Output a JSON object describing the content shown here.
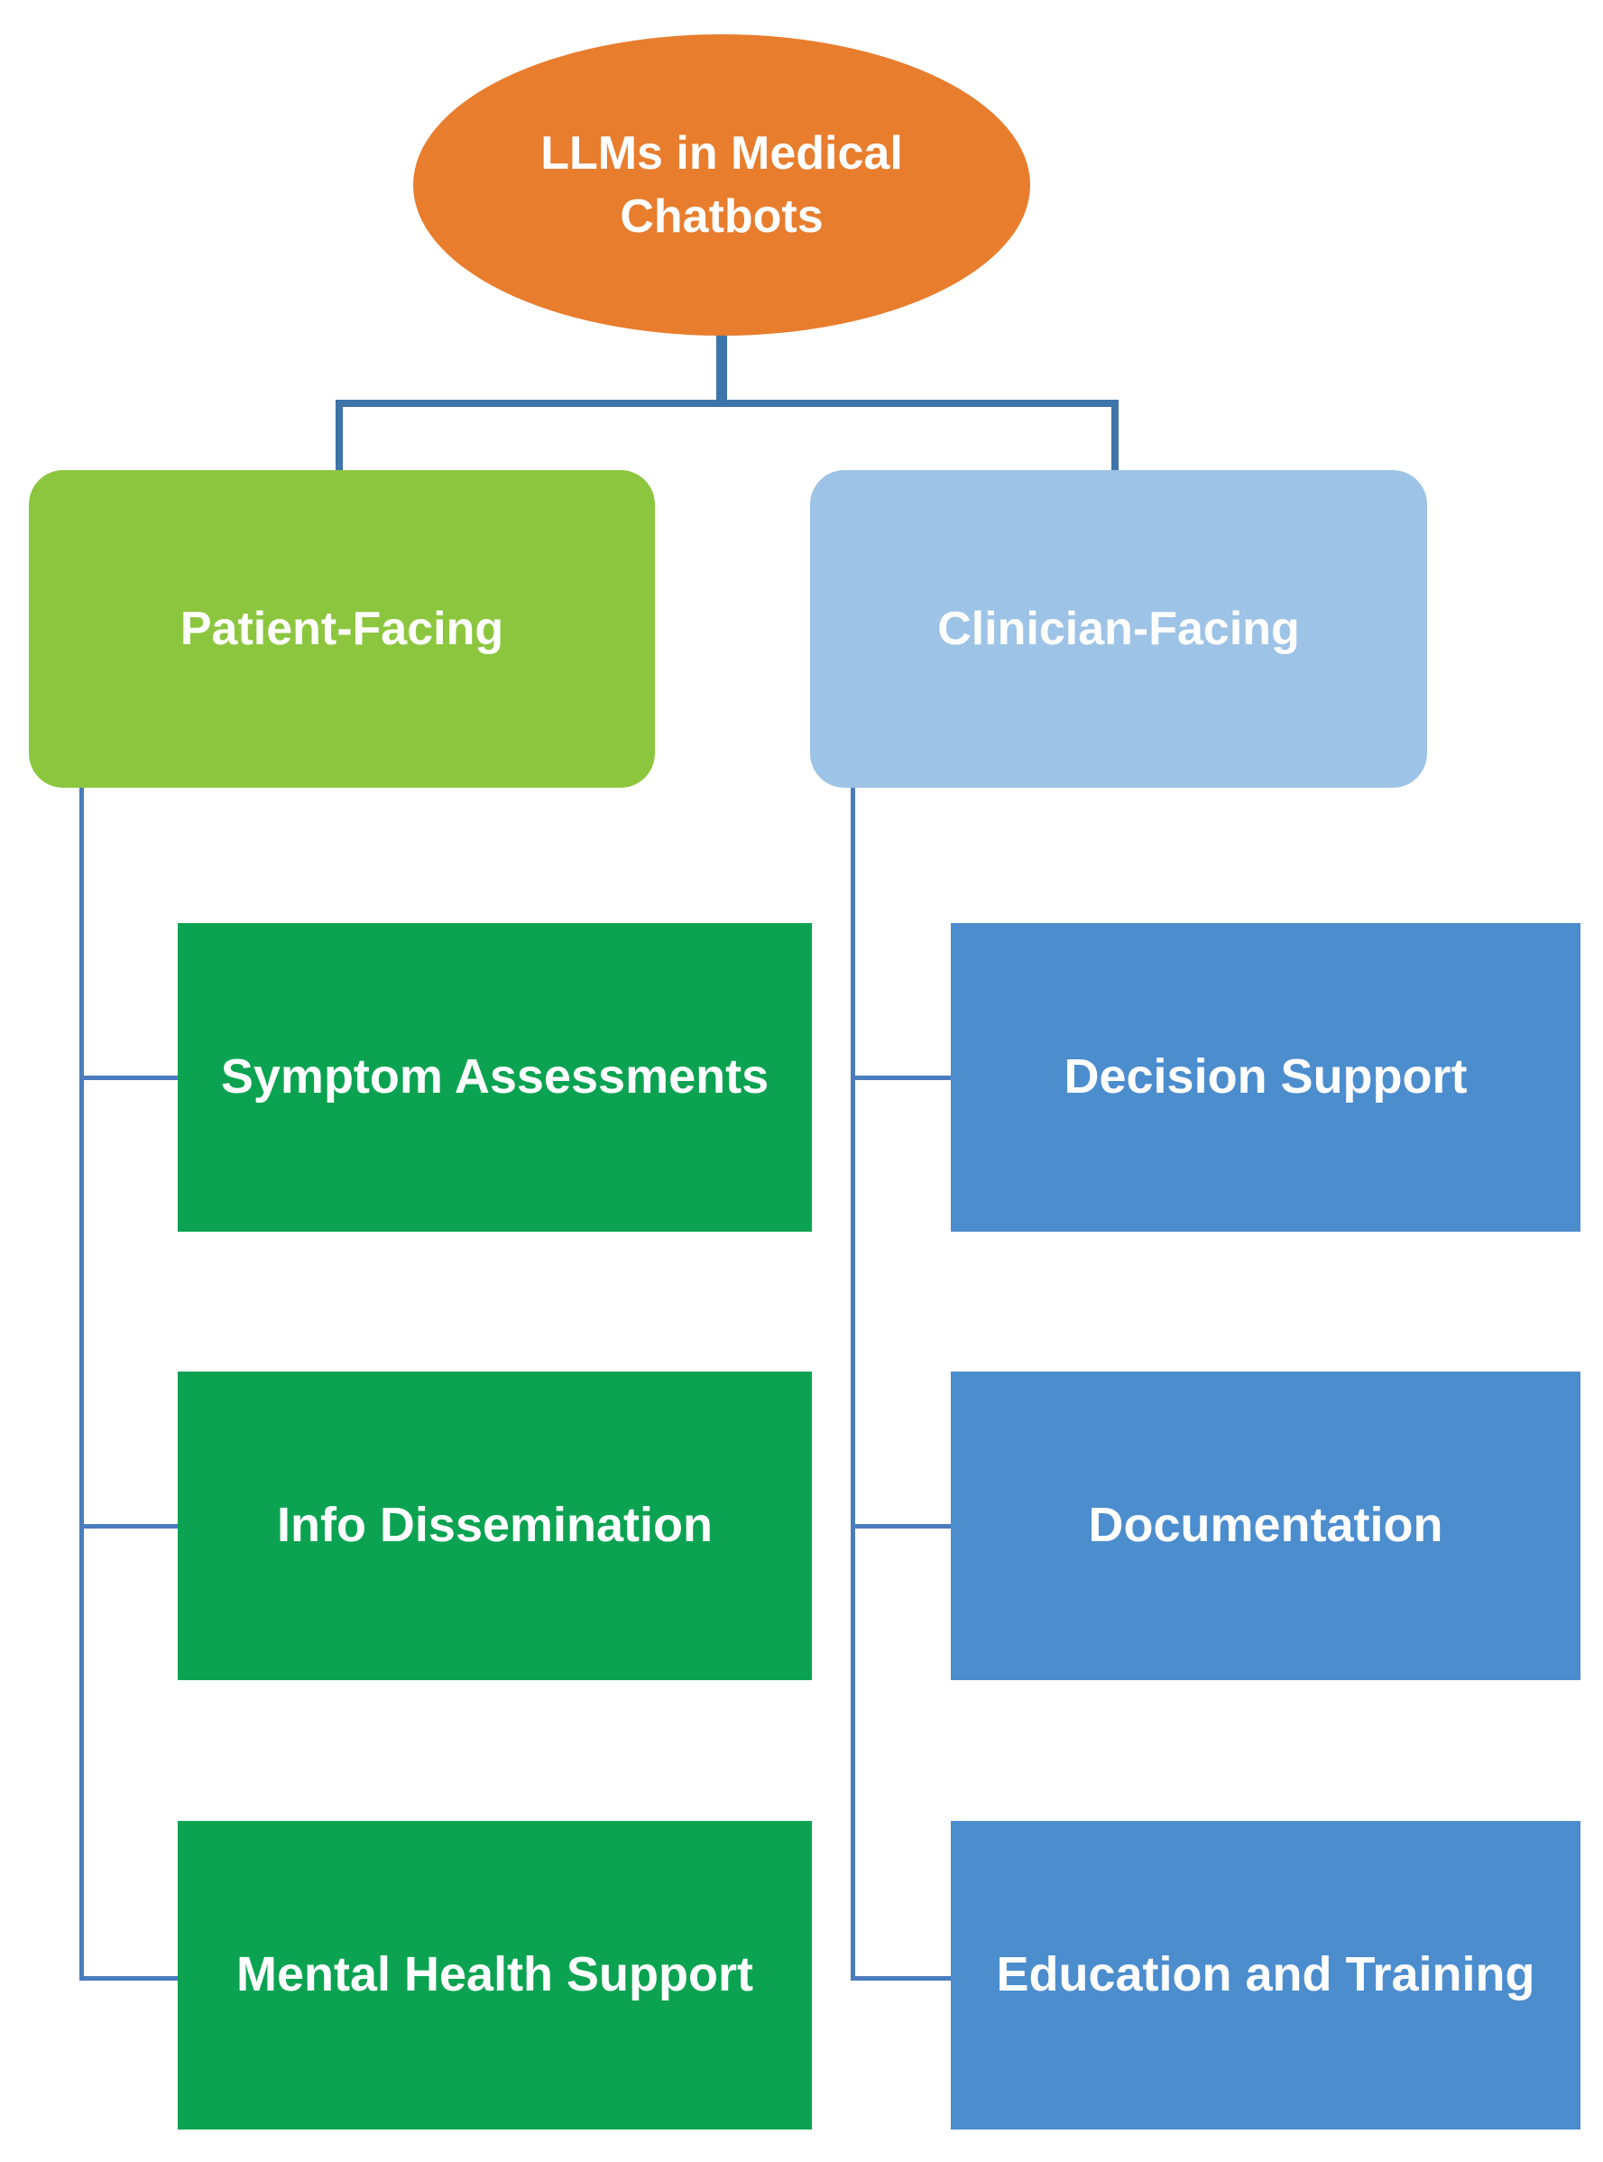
{
  "diagram": {
    "root": {
      "label": "LLMs in Medical Chatbots"
    },
    "branches": [
      {
        "id": "patient-facing",
        "label": "Patient-Facing",
        "children": [
          "Symptom Assessments",
          "Info Dissemination",
          "Mental Health Support"
        ]
      },
      {
        "id": "clinician-facing",
        "label": "Clinician-Facing",
        "children": [
          "Decision Support",
          "Documentation",
          "Education and Training"
        ]
      }
    ],
    "colors": {
      "root_fill": "#E87D2E",
      "branch1_fill": "#8CC63F",
      "branch2_fill": "#9DC3E6",
      "branch1_child_fill": "#0BA351",
      "branch2_child_fill": "#4C8DCE",
      "connector_main": "#3D74A9",
      "connector_branch": "#4A7CBE",
      "text_color": "#FFFFFF",
      "background": "#FFFFFF"
    }
  }
}
